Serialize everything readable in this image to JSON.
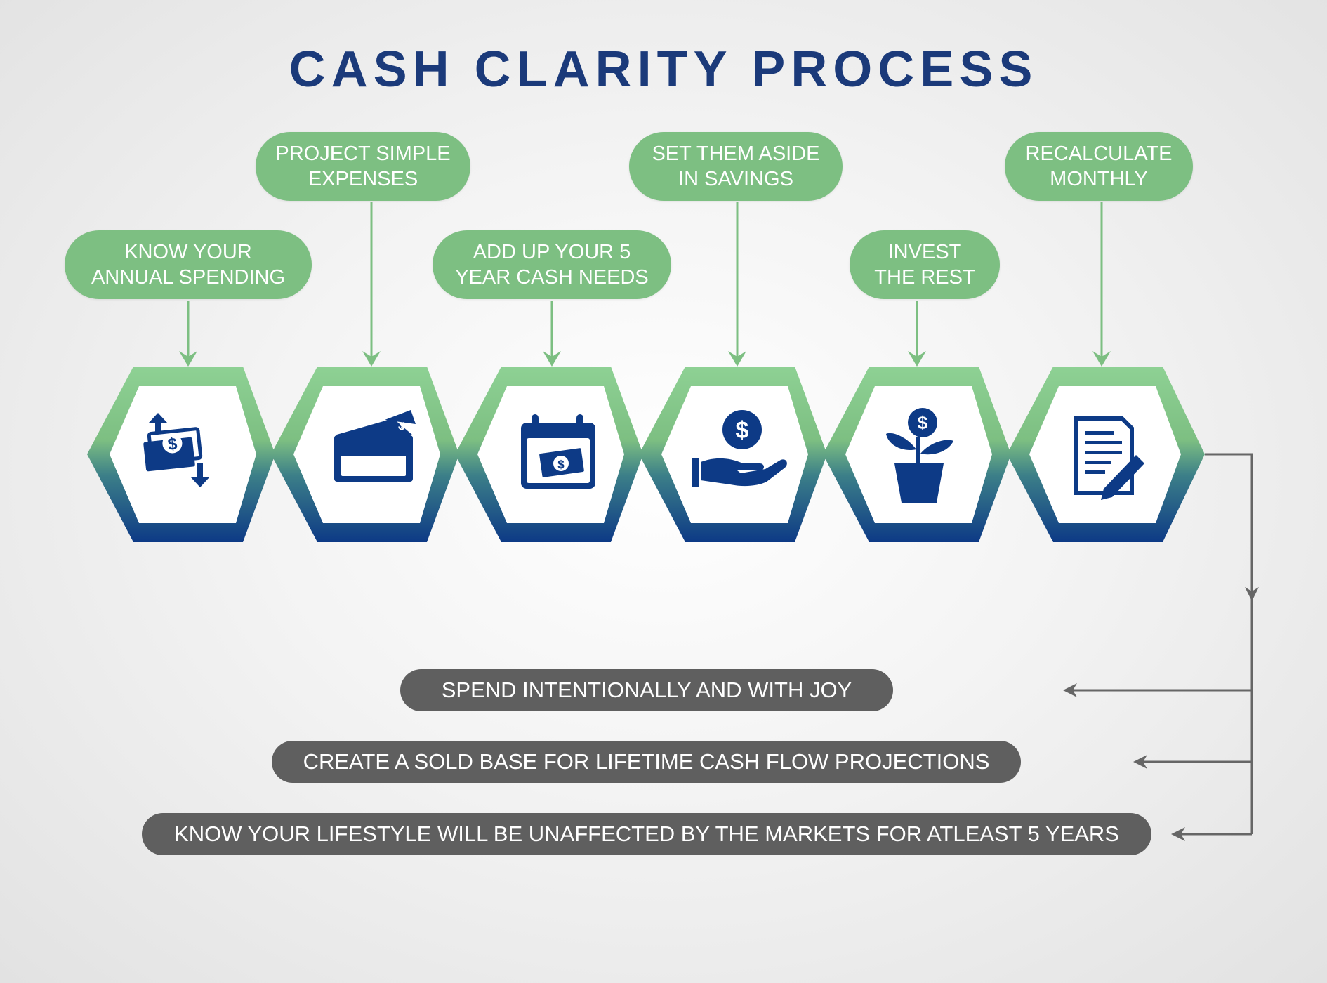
{
  "title": "CASH CLARITY PROCESS",
  "colors": {
    "green": "#7dbf82",
    "navy": "#0d3a86",
    "title": "#1b3a7a",
    "outcome_bg": "#5f5f5f",
    "connector": "#666666"
  },
  "steps": [
    {
      "line1": "KNOW YOUR",
      "line2": "ANNUAL SPENDING",
      "icon": "money-up-down-icon"
    },
    {
      "line1": "PROJECT SIMPLE",
      "line2": "EXPENSES",
      "icon": "wallet-icon"
    },
    {
      "line1": "ADD UP YOUR 5",
      "line2": "YEAR CASH NEEDS",
      "icon": "calendar-cash-icon"
    },
    {
      "line1": "SET THEM ASIDE",
      "line2": "IN SAVINGS",
      "icon": "hand-coin-icon"
    },
    {
      "line1": "INVEST",
      "line2": "THE REST",
      "icon": "money-plant-icon"
    },
    {
      "line1": "RECALCULATE",
      "line2": "MONTHLY",
      "icon": "document-pencil-icon"
    }
  ],
  "outcomes": [
    "SPEND INTENTIONALLY AND WITH JOY",
    "CREATE A SOLD BASE FOR LIFETIME CASH FLOW PROJECTIONS",
    "KNOW YOUR LIFESTYLE WILL BE UNAFFECTED BY THE MARKETS FOR ATLEAST 5 YEARS"
  ]
}
